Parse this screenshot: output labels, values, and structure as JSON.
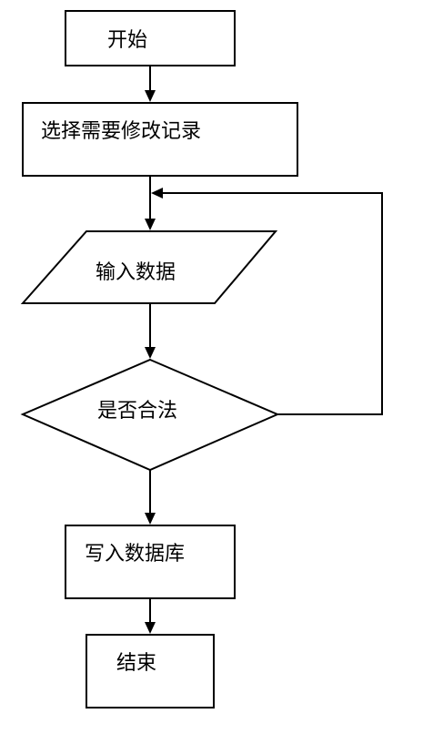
{
  "nodes": {
    "start": "开始",
    "select_record": "选择需要修改记录",
    "input_data": "输入数据",
    "is_valid": "是否合法",
    "write_db": "写入数据库",
    "end": "结束"
  }
}
